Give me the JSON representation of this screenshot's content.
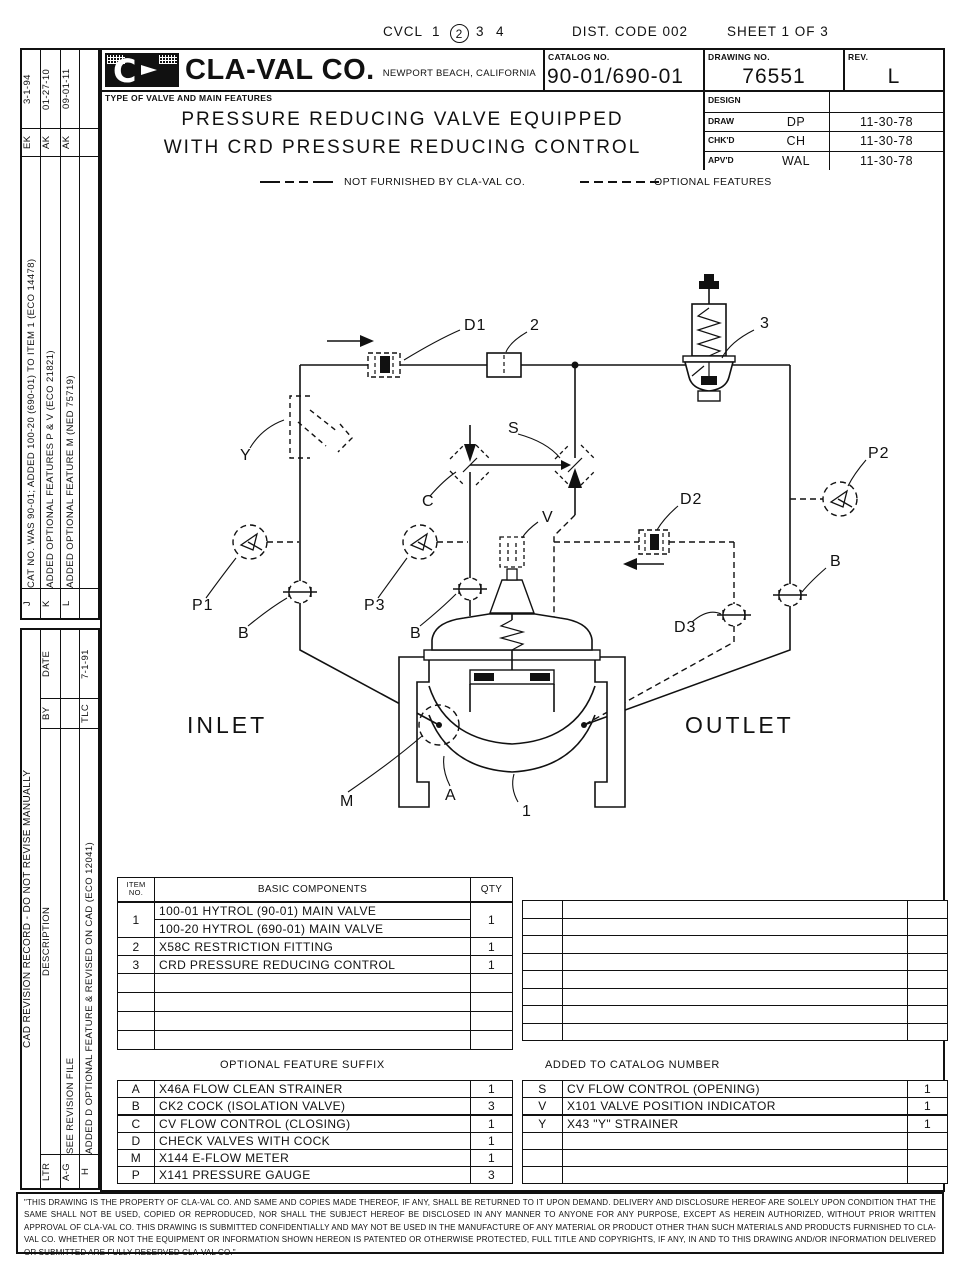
{
  "header": {
    "cvcl_label": "CVCL",
    "cvcl_n1": "1",
    "cvcl_n2": "2",
    "cvcl_n3": "3",
    "cvcl_n4": "4",
    "dist_code": "DIST. CODE 002",
    "sheet": "SHEET 1 OF 3"
  },
  "title_block": {
    "company": "CLA-VAL CO.",
    "location": "NEWPORT BEACH, CALIFORNIA",
    "catalog_label": "CATALOG NO.",
    "catalog_no": "90-01/690-01",
    "drawing_label": "DRAWING NO.",
    "drawing_no": "76551",
    "rev_label": "REV.",
    "rev": "L",
    "type_label": "TYPE OF VALVE AND MAIN FEATURES",
    "title_line1": "PRESSURE REDUCING VALVE EQUIPPED",
    "title_line2": "WITH CRD PRESSURE REDUCING CONTROL",
    "approvals": [
      {
        "role": "DESIGN",
        "by": "",
        "date": ""
      },
      {
        "role": "DRAW",
        "by": "DP",
        "date": "11-30-78"
      },
      {
        "role": "CHK'D",
        "by": "CH",
        "date": "11-30-78"
      },
      {
        "role": "APV'D",
        "by": "WAL",
        "date": "11-30-78"
      }
    ]
  },
  "legend": {
    "not_furnished": "NOT FURNISHED BY CLA-VAL CO.",
    "optional": "OPTIONAL FEATURES"
  },
  "revision_sidebar": {
    "cad_note": "CAD REVISION RECORD - DO NOT REVISE MANUALLY",
    "headers": {
      "ltr": "LTR",
      "description": "DESCRIPTION",
      "by": "BY",
      "date": "DATE"
    },
    "rows_lower": [
      {
        "ltr": "A-G",
        "description": "SEE REVISION FILE",
        "by": "",
        "date": ""
      },
      {
        "ltr": "H",
        "description": "ADDED D OPTIONAL FEATURE & REVISED ON CAD (ECO 12041)",
        "by": "TLC",
        "date": "7-1-91"
      }
    ],
    "rows_upper": [
      {
        "ltr": "J",
        "description": "CAT NO. WAS 90-01; ADDED 100-20 (690-01) TO ITEM 1 (ECO 14478)",
        "by": "EK",
        "date": "3-1-94"
      },
      {
        "ltr": "K",
        "description": "ADDED OPTIONAL FEATURES P & V (ECO 21821)",
        "by": "AK",
        "date": "01-27-10"
      },
      {
        "ltr": "L",
        "description": "ADDED OPTIONAL FEATURE M (NED 75719)",
        "by": "AK",
        "date": "09-01-11"
      }
    ]
  },
  "diagram": {
    "inlet_label": "INLET",
    "outlet_label": "OUTLET",
    "labels": {
      "d1": "D1",
      "item2": "2",
      "item3": "3",
      "y": "Y",
      "s": "S",
      "c": "C",
      "v": "V",
      "p1": "P1",
      "p2": "P2",
      "p3": "P3",
      "d2": "D2",
      "d3": "D3",
      "b_left": "B",
      "b_mid": "B",
      "b_right": "B",
      "m": "M",
      "a": "A",
      "item1": "1"
    }
  },
  "basic_components": {
    "item_header": "ITEM NO.",
    "name_header": "BASIC COMPONENTS",
    "qty_header": "QTY",
    "rows": [
      {
        "item": "1",
        "line1": "100-01 HYTROL (90-01) MAIN VALVE",
        "line2": "100-20 HYTROL (690-01) MAIN VALVE",
        "qty": "1"
      },
      {
        "item": "2",
        "line1": "X58C RESTRICTION FITTING",
        "qty": "1"
      },
      {
        "item": "3",
        "line1": "CRD PRESSURE REDUCING CONTROL",
        "qty": "1"
      }
    ]
  },
  "optional_features": {
    "title": "OPTIONAL FEATURE SUFFIX",
    "subtitle": "ADDED TO CATALOG NUMBER",
    "left_rows": [
      {
        "suffix": "A",
        "description": "X46A FLOW CLEAN STRAINER",
        "qty": "1"
      },
      {
        "suffix": "B",
        "description": "CK2 COCK (ISOLATION VALVE)",
        "qty": "3"
      },
      {
        "suffix": "C",
        "description": "CV FLOW CONTROL (CLOSING)",
        "qty": "1"
      },
      {
        "suffix": "D",
        "description": "CHECK VALVES WITH COCK",
        "qty": "1"
      },
      {
        "suffix": "M",
        "description": "X144 E-FLOW METER",
        "qty": "1"
      },
      {
        "suffix": "P",
        "description": "X141 PRESSURE GAUGE",
        "qty": "3"
      }
    ],
    "right_rows": [
      {
        "suffix": "S",
        "description": "CV FLOW CONTROL (OPENING)",
        "qty": "1"
      },
      {
        "suffix": "V",
        "description": "X101 VALVE POSITION INDICATOR",
        "qty": "1"
      },
      {
        "suffix": "Y",
        "description": "X43 \"Y\" STRAINER",
        "qty": "1"
      }
    ]
  },
  "legal_text": "\"THIS DRAWING IS THE PROPERTY OF CLA-VAL CO. AND SAME AND COPIES MADE THEREOF, IF ANY, SHALL BE RETURNED TO IT UPON DEMAND. DELIVERY AND DISCLOSURE HEREOF ARE SOLELY UPON CONDITION THAT THE SAME SHALL NOT BE USED, COPIED OR REPRODUCED, NOR SHALL THE SUBJECT HEREOF BE DISCLOSED IN ANY MANNER TO ANYONE FOR ANY PURPOSE, EXCEPT AS HEREIN AUTHORIZED, WITHOUT PRIOR WRITTEN APPROVAL OF CLA-VAL CO. THIS DRAWING IS SUBMITTED CONFIDENTIALLY AND MAY NOT BE USED IN THE MANUFACTURE OF ANY MATERIAL OR PRODUCT OTHER THAN SUCH MATERIALS AND PRODUCTS FURNISHED TO CLA-VAL CO. WHETHER OR NOT THE EQUIPMENT OR INFORMATION SHOWN HEREON IS PATENTED OR OTHERWISE PROTECTED, FULL TITLE AND COPYRIGHTS, IF ANY, IN AND TO THIS DRAWING AND/OR INFORMATION DELIVERED OR SUBMITTED ARE FULLY RESERVED CLA-VAL CO.\""
}
